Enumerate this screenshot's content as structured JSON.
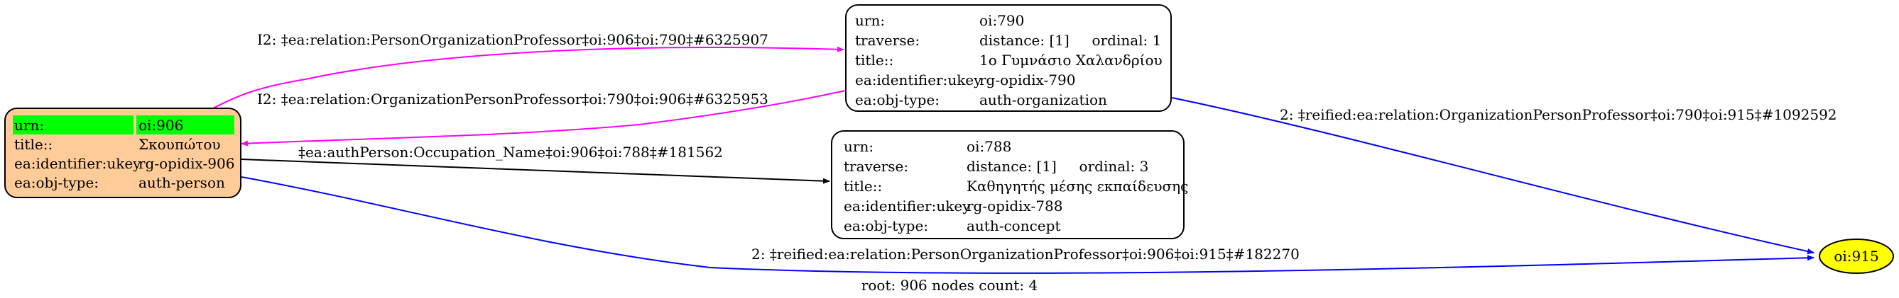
{
  "colors": {
    "person_fill": "#ffcc99",
    "highlight": "#00ff00",
    "oval_fill": "#ffff00",
    "edge_magenta": "#ff00ff",
    "edge_blue": "#0000ff",
    "edge_black": "#000000"
  },
  "nodes": {
    "person": {
      "rows": [
        {
          "key": "urn:",
          "value": "oi:906"
        },
        {
          "key": "title::",
          "value": "Σκουπώτου"
        },
        {
          "key": "ea:identifier:ukey",
          "value": "rg-opidix-906"
        },
        {
          "key": "ea:obj-type:",
          "value": "auth-person"
        }
      ]
    },
    "org": {
      "rows": [
        {
          "key": "urn:",
          "value": "oi:790"
        },
        {
          "key": "traverse:",
          "value": "distance: [1]     ordinal: 1"
        },
        {
          "key": "title::",
          "value": "1ο Γυμνάσιο Χαλανδρίου"
        },
        {
          "key": "ea:identifier:ukey",
          "value": "rg-opidix-790"
        },
        {
          "key": "ea:obj-type:",
          "value": "auth-organization"
        }
      ]
    },
    "concept": {
      "rows": [
        {
          "key": "urn:",
          "value": "oi:788"
        },
        {
          "key": "traverse:",
          "value": "distance: [1]     ordinal: 3"
        },
        {
          "key": "title::",
          "value": "Καθηγητής μέσης εκπαίδευσης"
        },
        {
          "key": "ea:identifier:ukey",
          "value": "rg-opidix-788"
        },
        {
          "key": "ea:obj-type:",
          "value": "auth-concept"
        }
      ]
    },
    "oval": {
      "label": "oi:915"
    }
  },
  "edges": {
    "e1": "I2: ‡ea:relation:PersonOrganizationProfessor‡oi:906‡oi:790‡#6325907",
    "e2": "I2: ‡ea:relation:OrganizationPersonProfessor‡oi:790‡oi:906‡#6325953",
    "e3": "‡ea:authPerson:Occupation_Name‡oi:906‡oi:788‡#181562",
    "e4": "2: ‡reified:ea:relation:OrganizationPersonProfessor‡oi:790‡oi:915‡#1092592",
    "e5": "2: ‡reified:ea:relation:PersonOrganizationProfessor‡oi:906‡oi:915‡#182270"
  },
  "footer": "root: 906 nodes count: 4"
}
